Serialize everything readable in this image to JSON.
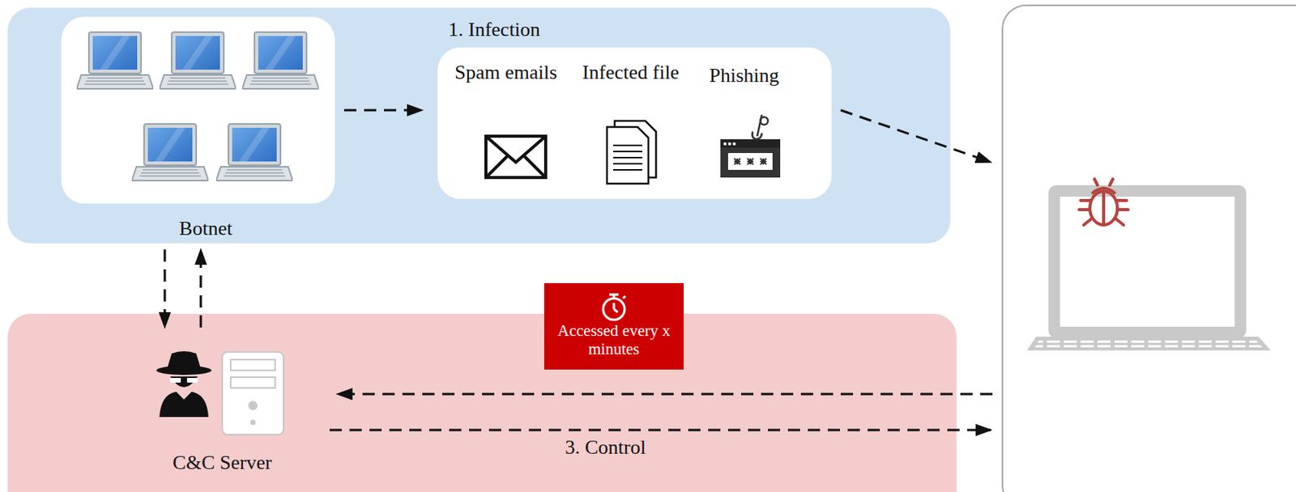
{
  "diagram": {
    "nodes": [
      {
        "text": [
          "1. Infection"
        ]
      },
      {
        "text": [
          "Botnet"
        ],
        "in": 0
      },
      {
        "text": [
          "Spam emails",
          "Infected file",
          "Phishing"
        ],
        "in": 0
      },
      {
        "text": [
          "3. Control"
        ]
      },
      {
        "text": [
          "C&C Server"
        ],
        "in": 3
      },
      {
        "text": [
          "Accessed every x minutes"
        ],
        "in": 3
      },
      {
        "text": []
      }
    ],
    "edges": [
      {
        "from": 1,
        "to": 2,
        "arrow": "to"
      },
      {
        "from": 2,
        "to": 6,
        "arrow": "to"
      },
      {
        "from": 4,
        "to": 1,
        "arrow": "to"
      },
      {
        "from": 1,
        "to": 4,
        "arrow": "to"
      },
      {
        "from": 6,
        "to": 4,
        "arrow": "to"
      },
      {
        "from": 4,
        "to": 6,
        "arrow": "to"
      }
    ]
  }
}
